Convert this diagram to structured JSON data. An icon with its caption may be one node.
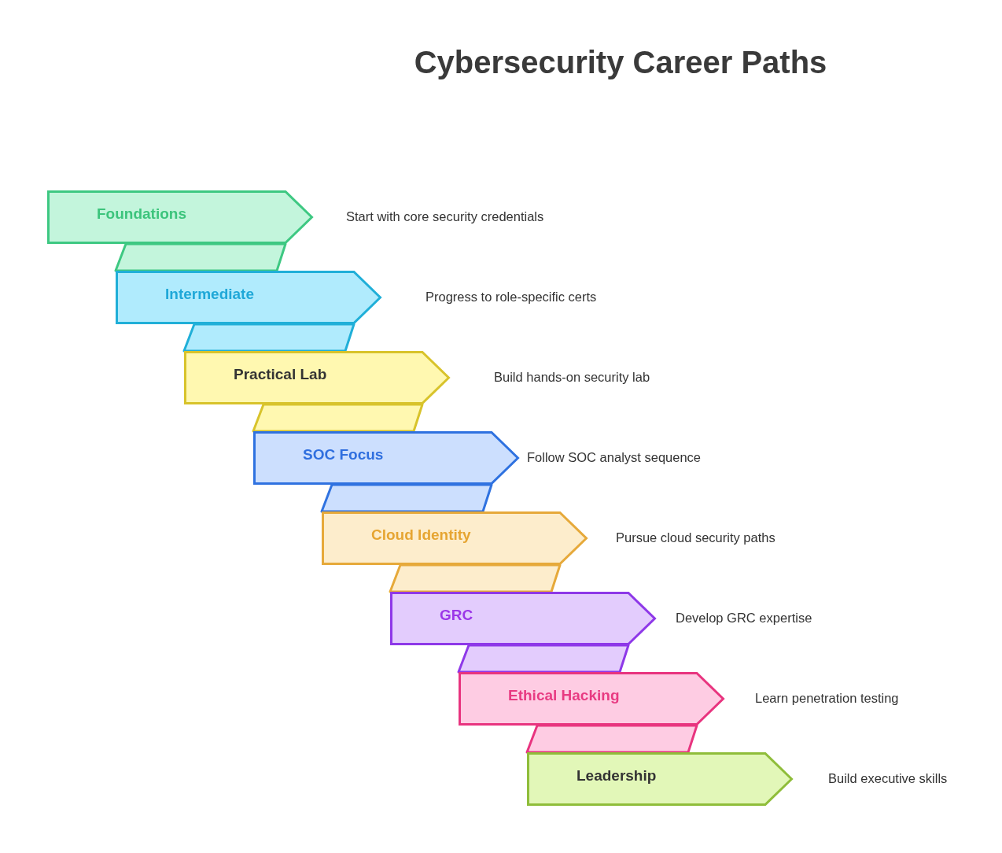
{
  "diagram": {
    "title": "Cybersecurity Career Paths",
    "nodes": [
      {
        "text": [
          "Foundations"
        ],
        "beside": [
          "Start with core security credentials"
        ]
      },
      {
        "text": [
          "Intermediate"
        ],
        "beside": [
          "Progress to role-specific certs"
        ]
      },
      {
        "text": [
          "Practical Lab"
        ],
        "beside": [
          "Build hands-on security lab"
        ]
      },
      {
        "text": [
          "SOC Focus"
        ],
        "beside": [
          "Follow SOC analyst sequence"
        ]
      },
      {
        "text": [
          "Cloud Identity"
        ],
        "beside": [
          "Pursue cloud security paths"
        ]
      },
      {
        "text": [
          "GRC"
        ],
        "beside": [
          "Develop GRC expertise"
        ]
      },
      {
        "text": [
          "Ethical Hacking"
        ],
        "beside": [
          "Learn penetration testing"
        ]
      },
      {
        "text": [
          "Leadership"
        ],
        "beside": [
          "Build executive skills"
        ]
      }
    ],
    "edges": [
      {
        "from": 0,
        "to": 1,
        "arrow": "none"
      },
      {
        "from": 1,
        "to": 2,
        "arrow": "none"
      },
      {
        "from": 2,
        "to": 3,
        "arrow": "none"
      },
      {
        "from": 3,
        "to": 4,
        "arrow": "none"
      },
      {
        "from": 4,
        "to": 5,
        "arrow": "none"
      },
      {
        "from": 5,
        "to": 6,
        "arrow": "none"
      },
      {
        "from": 6,
        "to": 7,
        "arrow": "none"
      }
    ]
  }
}
